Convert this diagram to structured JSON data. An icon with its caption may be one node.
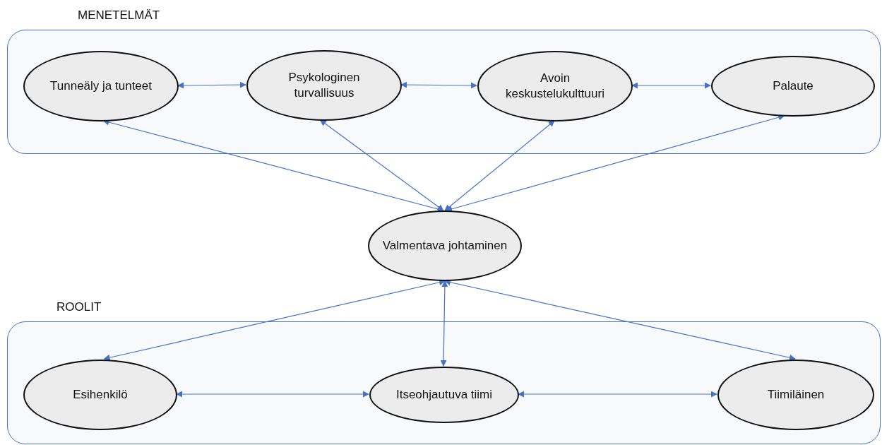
{
  "diagram": {
    "nodes": [
      {
        "text": [
          "MENETELMÄT"
        ]
      },
      {
        "text": [
          "Tunneäly ja tunteet"
        ],
        "in": 0
      },
      {
        "text": [
          "Psykologinen turvallisuus"
        ],
        "in": 0
      },
      {
        "text": [
          "Avoin keskustelukulttuuri"
        ],
        "in": 0
      },
      {
        "text": [
          "Palaute"
        ],
        "in": 0
      },
      {
        "text": [
          "Valmentava johtaminen"
        ]
      },
      {
        "text": [
          "ROOLIT"
        ]
      },
      {
        "text": [
          "Esihenkilö"
        ],
        "in": 6
      },
      {
        "text": [
          "Itseohjautuva tiimi"
        ],
        "in": 6
      },
      {
        "text": [
          "Tiimiläinen"
        ],
        "in": 6
      }
    ],
    "edges": [
      {
        "from": 1,
        "to": 2,
        "arrow": "both"
      },
      {
        "from": 2,
        "to": 3,
        "arrow": "both"
      },
      {
        "from": 3,
        "to": 4,
        "arrow": "both"
      },
      {
        "from": 1,
        "to": 5,
        "arrow": "both"
      },
      {
        "from": 2,
        "to": 5,
        "arrow": "both"
      },
      {
        "from": 3,
        "to": 5,
        "arrow": "both"
      },
      {
        "from": 4,
        "to": 5,
        "arrow": "both"
      },
      {
        "from": 5,
        "to": 7,
        "arrow": "both"
      },
      {
        "from": 5,
        "to": 8,
        "arrow": "both"
      },
      {
        "from": 5,
        "to": 9,
        "arrow": "both"
      },
      {
        "from": 7,
        "to": 8,
        "arrow": "both"
      },
      {
        "from": 8,
        "to": 9,
        "arrow": "both"
      }
    ]
  }
}
